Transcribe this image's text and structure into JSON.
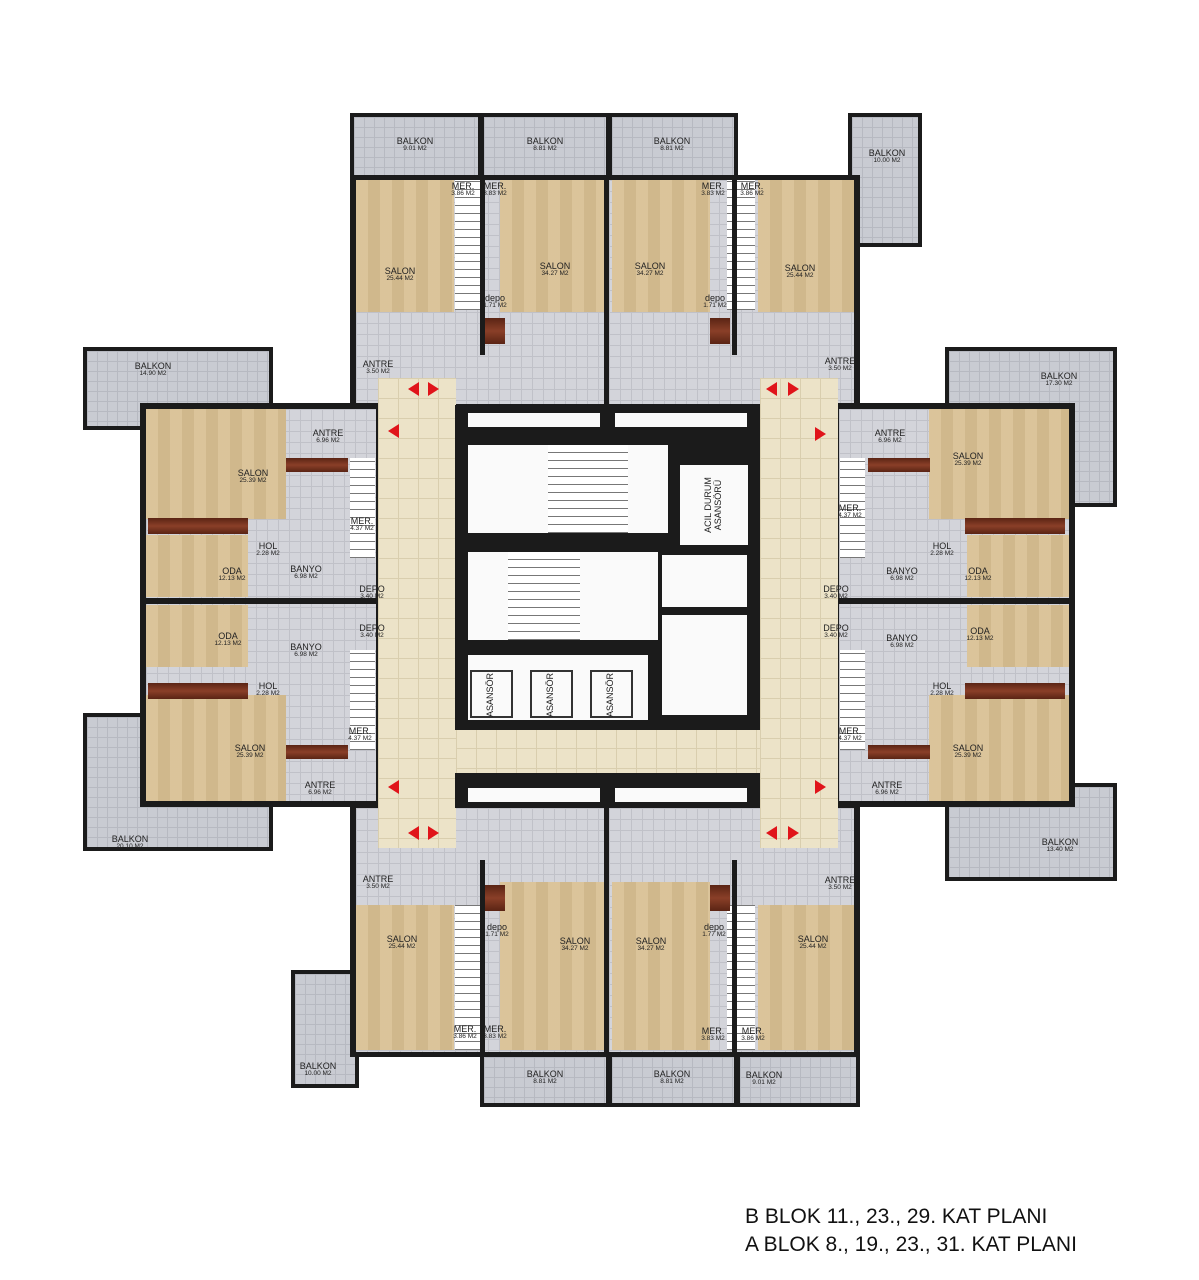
{
  "plan_titles": [
    "B BLOK 11., 23., 29. KAT PLANI",
    "A BLOK 8., 19., 23., 31. KAT PLANI"
  ],
  "colors": {
    "wood": "#d8bf92",
    "tile": "#d3d4da",
    "balcony": "#c9cbd2",
    "corridor": "#ece3c8",
    "wall": "#1b1b1b",
    "arrow": "#e0141a"
  },
  "core_labels": [
    "ACIL DURUM ASANSÖRÜ",
    "ASANSÖR",
    "ASANSÖR",
    "ASANSÖR"
  ],
  "rooms": [
    {
      "name": "BALKON",
      "area": "9.01 M2"
    },
    {
      "name": "BALKON",
      "area": "8.81 M2"
    },
    {
      "name": "BALKON",
      "area": "8.81 M2"
    },
    {
      "name": "BALKON",
      "area": "10.00 M2"
    },
    {
      "name": "MER.",
      "area": "3.86 M2"
    },
    {
      "name": "MER.",
      "area": "3.83 M2"
    },
    {
      "name": "MER.",
      "area": "3.83 M2"
    },
    {
      "name": "MER.",
      "area": "3.86 M2"
    },
    {
      "name": "SALON",
      "area": "25.44 M2"
    },
    {
      "name": "SALON",
      "area": "34.27 M2"
    },
    {
      "name": "SALON",
      "area": "34.27 M2"
    },
    {
      "name": "SALON",
      "area": "25.44 M2"
    },
    {
      "name": "depo",
      "area": "1.71 M2"
    },
    {
      "name": "depo",
      "area": "1.71 M2"
    },
    {
      "name": "ANTRE",
      "area": "3.50 M2"
    },
    {
      "name": "ANTRE",
      "area": "3.50 M2"
    },
    {
      "name": "BALKON",
      "area": "14.90 M2"
    },
    {
      "name": "ANTRE",
      "area": "6.96 M2"
    },
    {
      "name": "SALON",
      "area": "25.39 M2"
    },
    {
      "name": "MER.",
      "area": "4.37 M2"
    },
    {
      "name": "HOL",
      "area": "2.28 M2"
    },
    {
      "name": "ODA",
      "area": "12.13 M2"
    },
    {
      "name": "BANYO",
      "area": "6.98 M2"
    },
    {
      "name": "DEPO",
      "area": "3.40 M2"
    },
    {
      "name": "DEPO",
      "area": "3.40 M2"
    },
    {
      "name": "ODA",
      "area": "12.13 M2"
    },
    {
      "name": "BANYO",
      "area": "6.98 M2"
    },
    {
      "name": "HOL",
      "area": "2.28 M2"
    },
    {
      "name": "MER.",
      "area": "4.37 M2"
    },
    {
      "name": "SALON",
      "area": "25.39 M2"
    },
    {
      "name": "ANTRE",
      "area": "6.96 M2"
    },
    {
      "name": "BALKON",
      "area": "20.10 M2"
    },
    {
      "name": "BALKON",
      "area": "17.30 M2"
    },
    {
      "name": "ANTRE",
      "area": "6.96 M2"
    },
    {
      "name": "SALON",
      "area": "25.39 M2"
    },
    {
      "name": "MER.",
      "area": "4.37 M2"
    },
    {
      "name": "HOL",
      "area": "2.28 M2"
    },
    {
      "name": "BANYO",
      "area": "6.98 M2"
    },
    {
      "name": "ODA",
      "area": "12.13 M2"
    },
    {
      "name": "DEPO",
      "area": "3.40 M2"
    },
    {
      "name": "DEPO",
      "area": "3.40 M2"
    },
    {
      "name": "BANYO",
      "area": "6.98 M2"
    },
    {
      "name": "ODA",
      "area": "12.13 M2"
    },
    {
      "name": "HOL",
      "area": "2.28 M2"
    },
    {
      "name": "MER.",
      "area": "4.37 M2"
    },
    {
      "name": "SALON",
      "area": "25.39 M2"
    },
    {
      "name": "ANTRE",
      "area": "6.96 M2"
    },
    {
      "name": "BALKON",
      "area": "13.40 M2"
    },
    {
      "name": "ANTRE",
      "area": "3.50 M2"
    },
    {
      "name": "ANTRE",
      "area": "3.50 M2"
    },
    {
      "name": "SALON",
      "area": "25.44 M2"
    },
    {
      "name": "depo",
      "area": "1.71 M2"
    },
    {
      "name": "SALON",
      "area": "34.27 M2"
    },
    {
      "name": "SALON",
      "area": "34.27 M2"
    },
    {
      "name": "depo",
      "area": "1.77 M2"
    },
    {
      "name": "SALON",
      "area": "25.44 M2"
    },
    {
      "name": "MER.",
      "area": "3.86 M2"
    },
    {
      "name": "MER.",
      "area": "3.83 M2"
    },
    {
      "name": "MER.",
      "area": "3.83 M2"
    },
    {
      "name": "MER.",
      "area": "3.86 M2"
    },
    {
      "name": "BALKON",
      "area": "10.00 M2"
    },
    {
      "name": "BALKON",
      "area": "8.81 M2"
    },
    {
      "name": "BALKON",
      "area": "8.81 M2"
    },
    {
      "name": "BALKON",
      "area": "9.01 M2"
    }
  ]
}
